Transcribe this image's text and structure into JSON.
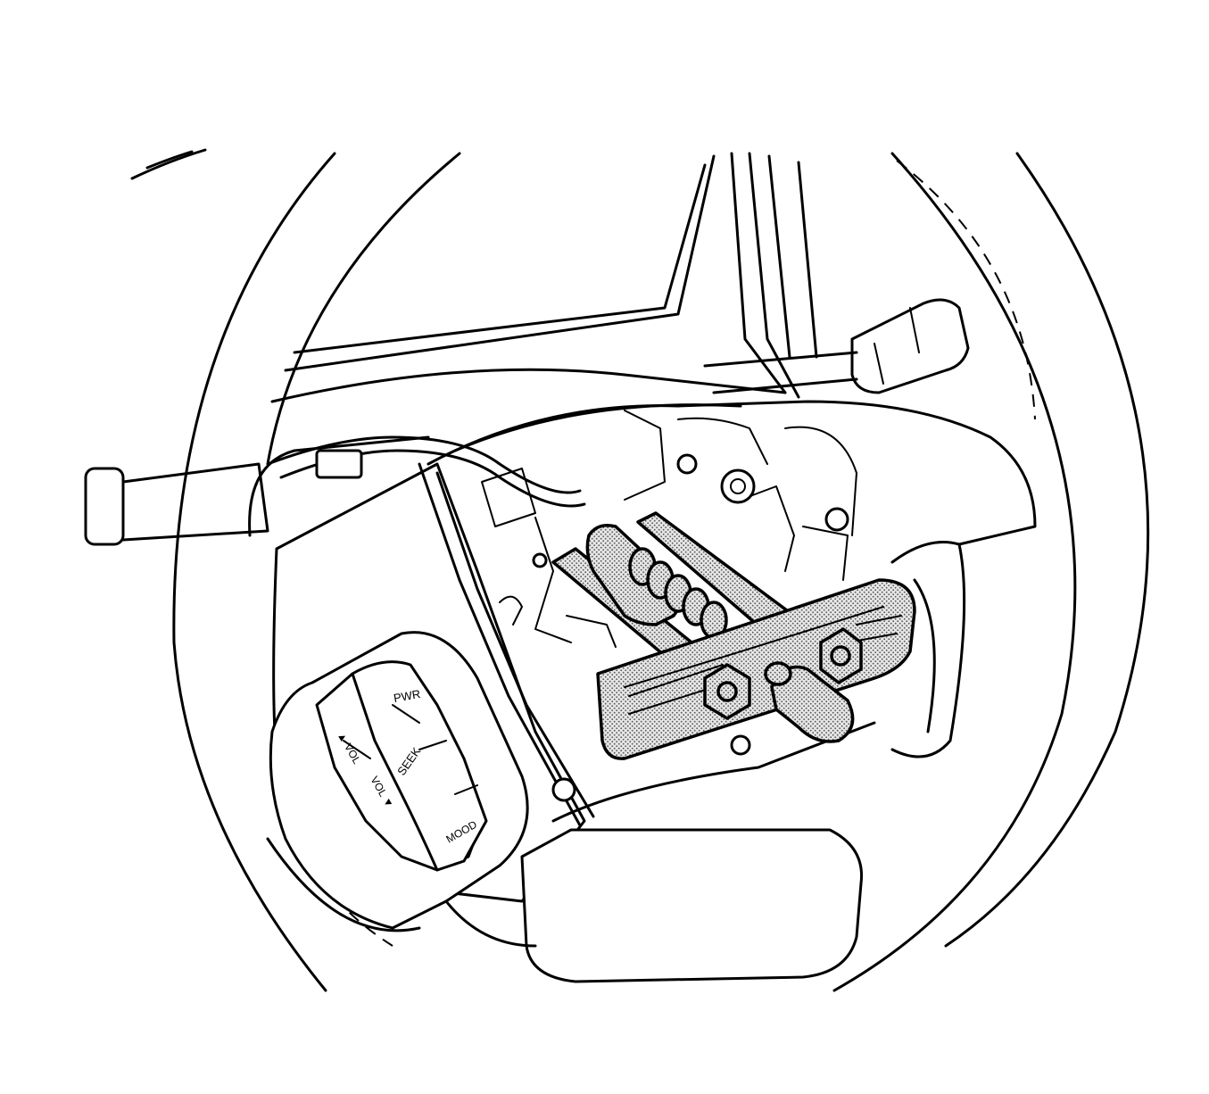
{
  "diagram": {
    "button_labels": {
      "pwr": "PWR",
      "vol_up": "▲ VOL",
      "vol_down": "VOL ▼",
      "seek": "SEEK",
      "mood": "MOOD"
    },
    "colors": {
      "line": "#000000",
      "background": "#ffffff",
      "tool_fill": "#d9d9d9"
    }
  }
}
